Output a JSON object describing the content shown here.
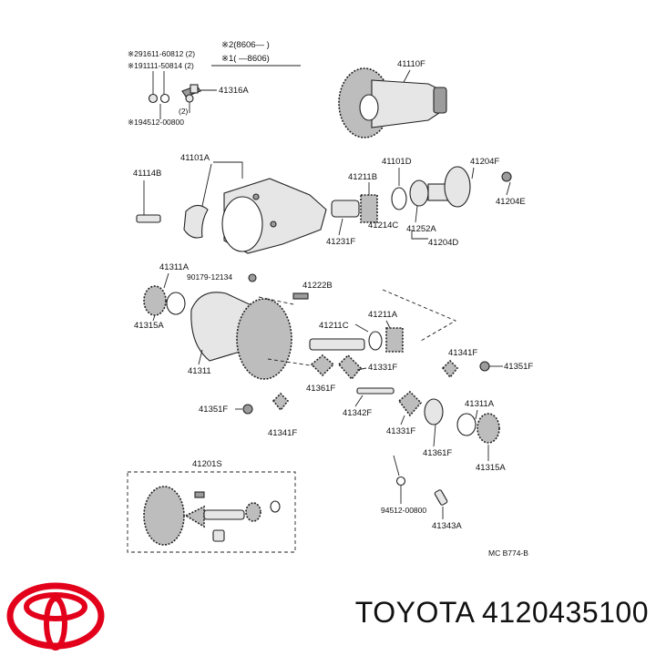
{
  "notes": {
    "applicability_1": "※2(8606—   )",
    "applicability_2": "※1(   —8606)",
    "drawing_code": "MC  B774-B"
  },
  "parts": {
    "p41110F": "41110F",
    "p291611": "※291611-60812 (2)",
    "p191111": "※191111-50814 (2)",
    "p41316A": "41316A",
    "p2": "(2)",
    "p194512": "※194512-00800",
    "p41101A": "41101A",
    "p41114B": "41114B",
    "p41211B": "41211B",
    "p41101D": "41101D",
    "p41204F": "41204F",
    "p41204E": "41204E",
    "p41214C": "41214C",
    "p41252A": "41252A",
    "p41231F": "41231F",
    "p41204D": "41204D",
    "p41311A_l": "41311A",
    "p90179": "90179-12134",
    "p41315A_l": "41315A",
    "p41222B": "41222B",
    "p41211C": "41211C",
    "p41211A": "41211A",
    "p41311": "41311",
    "p41341F_r": "41341F",
    "p41351F_r": "41351F",
    "p41331F_t": "41331F",
    "p41361F_l": "41361F",
    "p41351F_l": "41351F",
    "p41342F": "41342F",
    "p41311A_r": "41311A",
    "p41341F_l": "41341F",
    "p41331F_b": "41331F",
    "p41361F_r": "41361F",
    "p41315A_r": "41315A",
    "p41201S": "41201S",
    "p94512": "94512-00800",
    "p41343A": "41343A"
  },
  "footer": {
    "brand_part": "TOYOTA 4120435100",
    "logo_color": "#e3001b"
  }
}
